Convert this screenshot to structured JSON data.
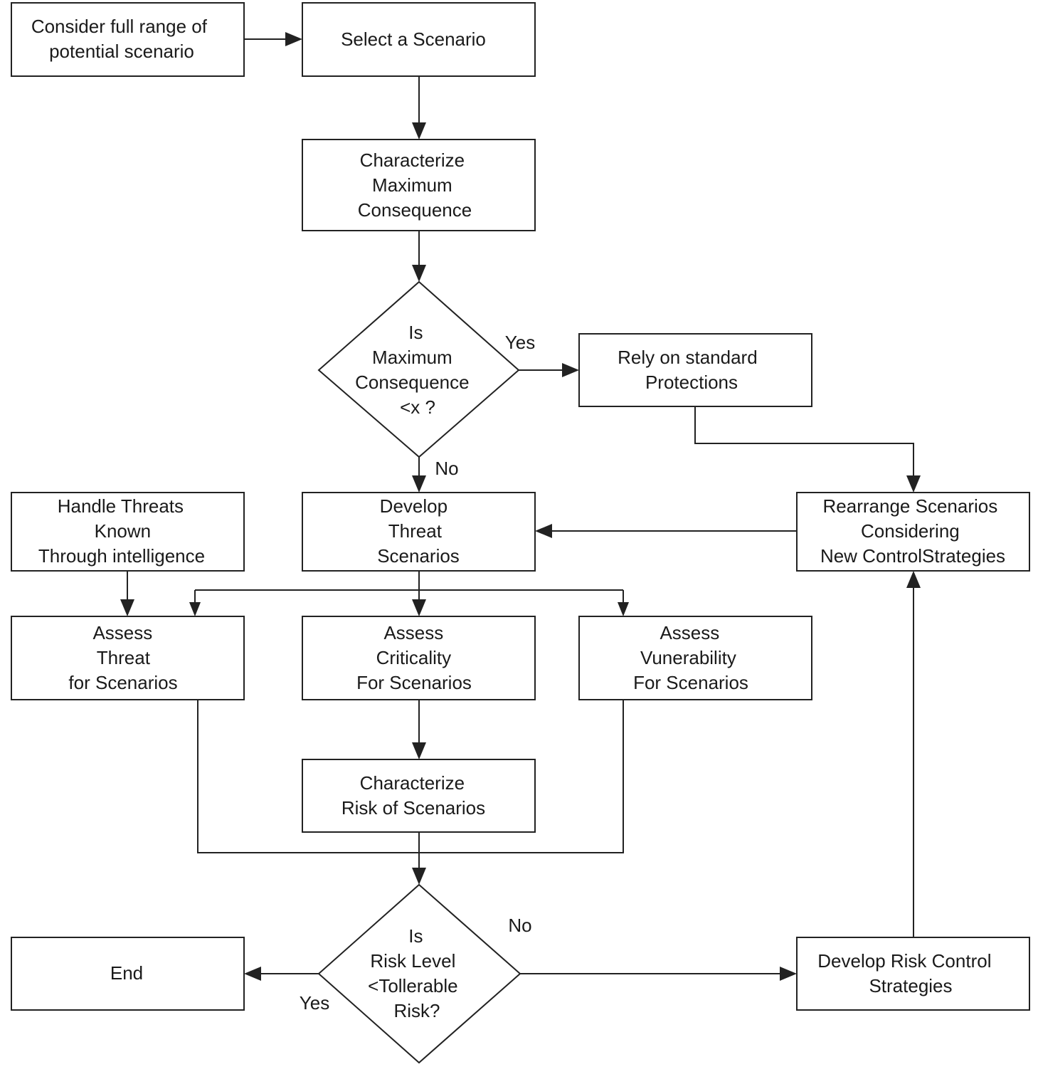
{
  "nodes": {
    "consider": [
      "Consider full range of",
      "potential scenario"
    ],
    "select": [
      "Select a Scenario"
    ],
    "characterize_max": [
      "Characterize",
      "Maximum",
      "Consequence"
    ],
    "decision_max": [
      "Is",
      "Maximum",
      "Consequence",
      "<x ?"
    ],
    "rely": [
      "Rely on standard",
      "Protections"
    ],
    "handle_threats": [
      "Handle Threats",
      "Known",
      "Through intelligence"
    ],
    "develop_threat": [
      "Develop",
      "Threat",
      "Scenarios"
    ],
    "rearrange": [
      "Rearrange Scenarios",
      "Considering",
      "New ControlStrategies"
    ],
    "assess_threat": [
      "Assess",
      "Threat",
      "for Scenarios"
    ],
    "assess_criticality": [
      "Assess",
      "Criticality",
      "For Scenarios"
    ],
    "assess_vulnerability": [
      "Assess",
      "Vunerability",
      "For Scenarios"
    ],
    "characterize_risk": [
      "Characterize",
      "Risk of Scenarios"
    ],
    "decision_risk": [
      "Is",
      "Risk Level",
      "<Tollerable",
      "Risk?"
    ],
    "end": [
      "End"
    ],
    "develop_risk_control": [
      "Develop Risk Control",
      "Strategies"
    ]
  },
  "edge_labels": {
    "max_yes": "Yes",
    "max_no": "No",
    "risk_no": "No",
    "risk_yes": "Yes"
  },
  "colors": {
    "stroke": "#222222",
    "text": "#1a1a1a",
    "background": "#ffffff"
  }
}
